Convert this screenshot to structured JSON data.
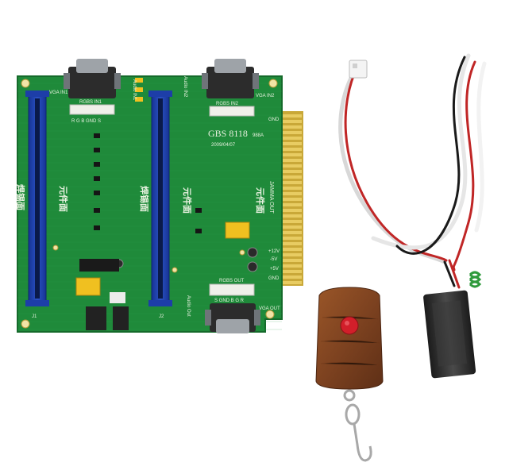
{
  "pcb": {
    "model": "GBS 8118",
    "model_suffix": "988A",
    "date": "2009/04/07",
    "labels": {
      "vga_in1": "VGA IN1",
      "vga_in2": "VGA IN2",
      "rgbs_in1": "RGBS IN1",
      "rgbs_in2": "RGBS IN2",
      "rgb_row_top": "R  G  B  GND  S",
      "rgb_row_bottom": "S  GND  B  G  R",
      "rgbs_out": "RGBS OUT",
      "vga_out": "VGA OUT",
      "jamma_out": "JAMMA OUT",
      "gnd_top": "GND",
      "gnd_bottom": "GND",
      "v12": "+12V",
      "v5n": "-5V",
      "v5p": "+5V",
      "audio_in1": "Audio IN1",
      "audio_in2": "Audio IN2",
      "audio_out": "Audio Out",
      "j1": "J1",
      "j2": "J2",
      "solder_side_1": "焊锡面",
      "solder_side_2": "焊锡面",
      "component_side_1": "元件面",
      "component_side_2": "元件面",
      "component_side_3": "元件面"
    }
  },
  "colors": {
    "board": "#1f8a3a",
    "board_dark": "#176b2c",
    "slot": "#1d3ea8",
    "gold": "#d9b84a",
    "remote_body": "#8a4a22",
    "remote_button": "#d21f2a",
    "receiver": "#2b2b2b"
  }
}
